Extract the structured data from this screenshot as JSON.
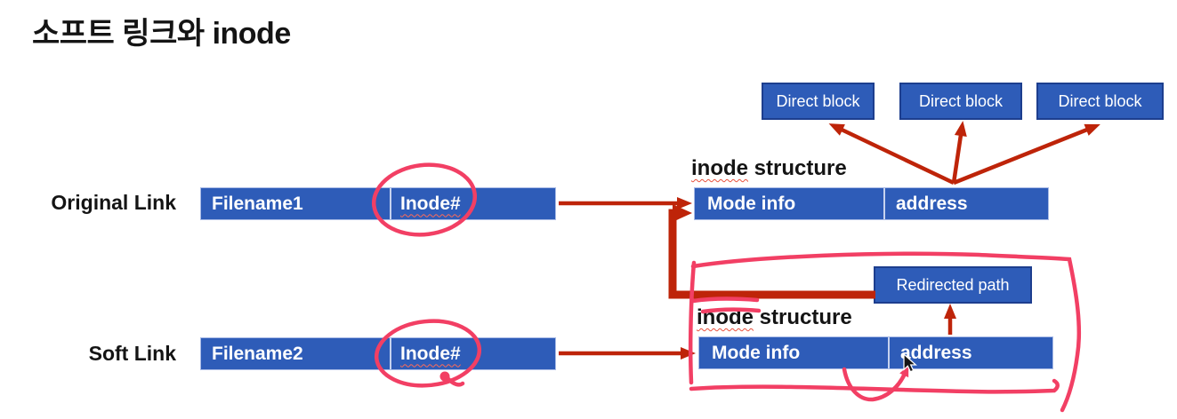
{
  "title": "소프트 링크와 inode",
  "colors": {
    "box_blue": "#2e5cb8",
    "box_border_dark": "#1d3e8e",
    "arrow_red": "#be2409",
    "annotation_pink": "#f23f64",
    "text_black": "#141414",
    "text_white": "#ffffff",
    "squiggle_red": "#e8503c"
  },
  "link_rows": [
    {
      "label": "Original Link",
      "filename": "Filename1",
      "inode": "Inode#"
    },
    {
      "label": "Soft Link",
      "filename": "Filename2",
      "inode": "Inode#"
    }
  ],
  "inode_structures": [
    {
      "heading_underlined": "inode",
      "heading_rest": " structure",
      "mode_info": "Mode info",
      "address": "address"
    },
    {
      "heading_underlined": "inode",
      "heading_rest": " structure",
      "mode_info": "Mode info",
      "address": "address"
    }
  ],
  "direct_blocks": [
    {
      "label": "Direct block"
    },
    {
      "label": "Direct block"
    },
    {
      "label": "Direct block"
    }
  ],
  "redirected_path": {
    "label": "Redirected path"
  }
}
